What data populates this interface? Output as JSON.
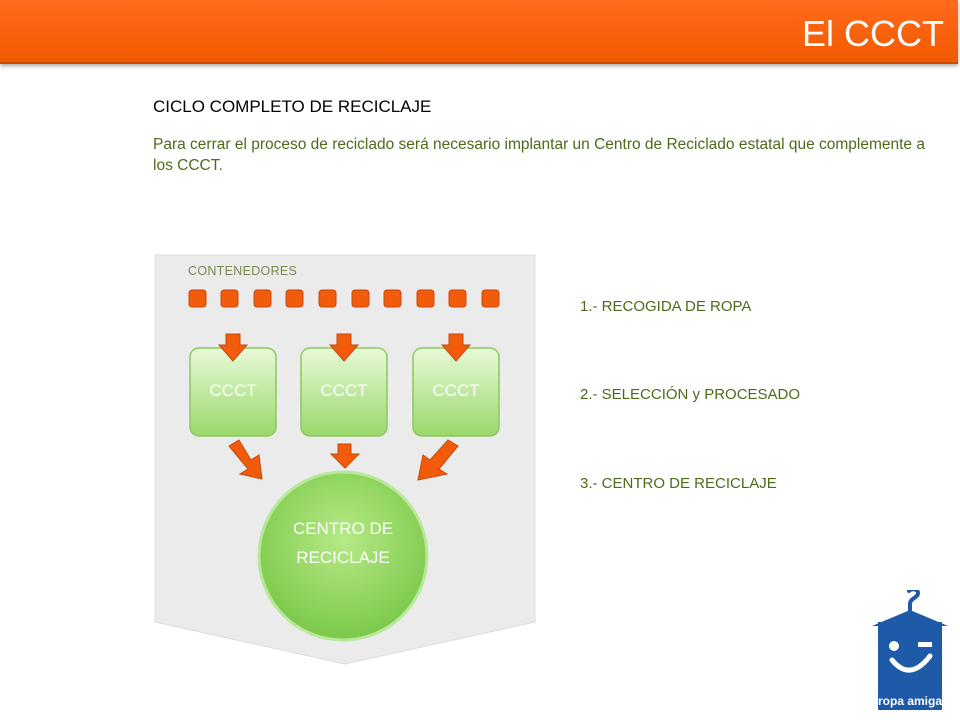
{
  "header": {
    "title": "El CCCT"
  },
  "section": {
    "heading": "CICLO COMPLETO DE RECICLAJE",
    "intro": "Para cerrar el proceso de reciclado será necesario implantar un Centro de Reciclado estatal que complemente a los CCCT."
  },
  "diagram": {
    "containers_label": "CONTENEDORES",
    "container_count": 10,
    "ccct_boxes": [
      "CCCT",
      "CCCT",
      "CCCT"
    ],
    "center_label": "CENTRO DE RECICLAJE",
    "colors": {
      "orange": "#f25a0c",
      "green": "#8cd65a",
      "panel": "#e9e9e9"
    }
  },
  "steps": [
    "1.- RECOGIDA DE ROPA",
    "2.- SELECCIÓN y PROCESADO",
    "3.- CENTRO DE RECICLAJE"
  ],
  "logo": {
    "text": "ropa amiga",
    "color": "#1e5aa8"
  }
}
